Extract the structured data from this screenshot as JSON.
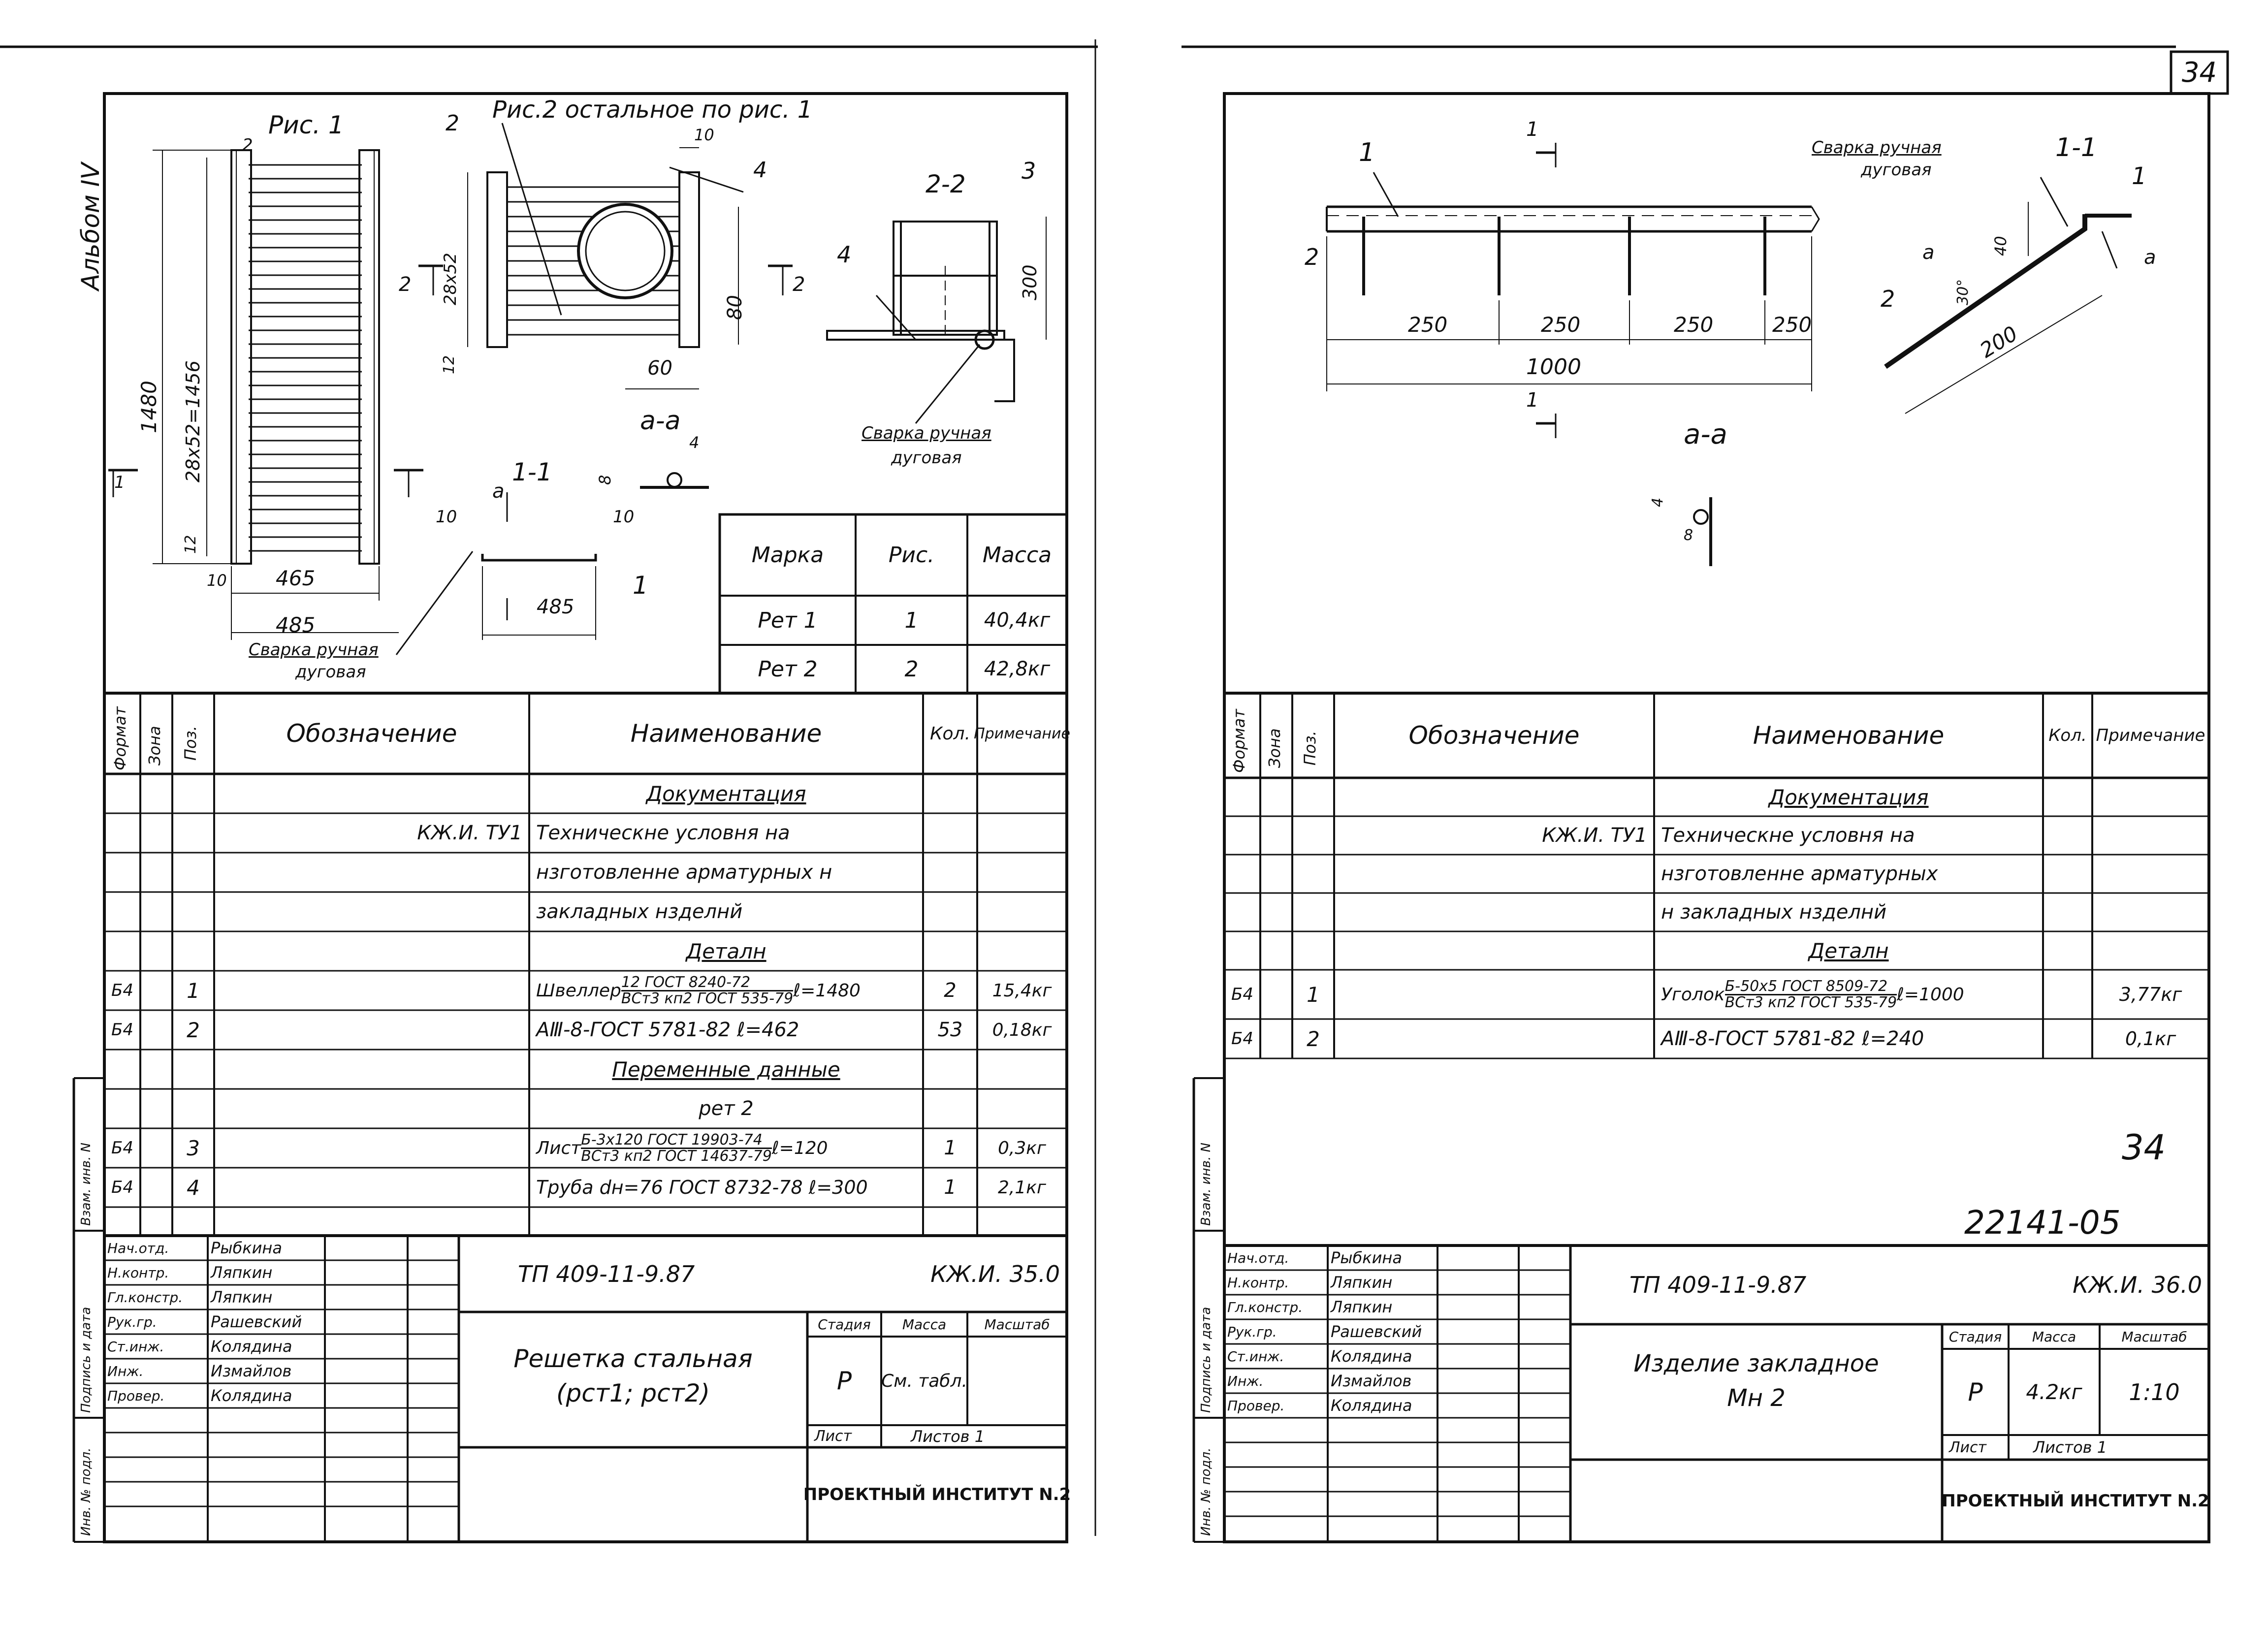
{
  "page_number": "34",
  "album_label": "Альбом IV",
  "left": {
    "fig1": {
      "title": "Рис. 1",
      "pos2": "2",
      "dim_1480": "1480",
      "dim_28x52": "28x52=1456",
      "dim_12": "12",
      "dim_10": "10",
      "dim_465": "465",
      "dim_485": "485",
      "weld_note_1": "Сварка ручная",
      "weld_note_2": "дуговая",
      "cut_mark": "1"
    },
    "fig2": {
      "title": "Рис.2 остальное по рис. 1",
      "pos2": "2",
      "pos4": "4",
      "dim_10": "10",
      "dim_28x52": "28x52",
      "dim_80": "80",
      "dim_60": "60",
      "dim_12": "12",
      "cut_left": "2",
      "cut_right": "2"
    },
    "section22": {
      "title": "2-2",
      "pos3": "3",
      "pos4": "4",
      "dim_300": "300",
      "weld_note_1": "Сварка ручная",
      "weld_note_2": "дуговая"
    },
    "detail_aa": {
      "title": "a-a",
      "dim_8": "8",
      "dim_4": "4"
    },
    "section11": {
      "title": "1-1",
      "mark_a": "a",
      "dim_10a": "10",
      "dim_10b": "10",
      "dim_485": "485",
      "pos1": "1"
    },
    "mark_table": {
      "headers": [
        "Марка",
        "Рис.",
        "Масса"
      ],
      "rows": [
        [
          "Рет 1",
          "1",
          "40,4кг"
        ],
        [
          "Рет 2",
          "2",
          "42,8кг"
        ]
      ]
    },
    "spec": {
      "headers": {
        "format": "Формат",
        "zone": "Зона",
        "pos": "Поз.",
        "designation": "Обозначение",
        "name": "Наименование",
        "qty": "Кол.",
        "note": "Примечание"
      },
      "rows": [
        {
          "format": "",
          "pos": "",
          "designation": "",
          "name": "Документация",
          "qty": "",
          "note": "",
          "heading": true
        },
        {
          "format": "",
          "pos": "",
          "designation": "КЖ.И. ТУ1",
          "name": "Техническне условня на",
          "qty": "",
          "note": ""
        },
        {
          "format": "",
          "pos": "",
          "designation": "",
          "name": "нзготовленне арматурных н",
          "qty": "",
          "note": ""
        },
        {
          "format": "",
          "pos": "",
          "designation": "",
          "name": "закладных нзделнй",
          "qty": "",
          "note": ""
        },
        {
          "format": "",
          "pos": "",
          "designation": "",
          "name": "Деталн",
          "qty": "",
          "note": "",
          "heading": true
        },
        {
          "format": "Б4",
          "pos": "1",
          "designation": "",
          "name_prefix": "Швеллер",
          "name_top": "12 ГОСТ 8240-72",
          "name_bottom": "ВСт3 кп2 ГОСТ 535-79",
          "name_suffix": "ℓ=1480",
          "qty": "2",
          "note": "15,4кг"
        },
        {
          "format": "Б4",
          "pos": "2",
          "designation": "",
          "name": "АⅢ-8-ГОСТ 5781-82 ℓ=462",
          "qty": "53",
          "note": "0,18кг"
        },
        {
          "format": "",
          "pos": "",
          "designation": "",
          "name": "Переменные данные",
          "qty": "",
          "note": "",
          "heading": true
        },
        {
          "format": "",
          "pos": "",
          "designation": "",
          "name": "рет 2",
          "qty": "",
          "note": ""
        },
        {
          "format": "Б4",
          "pos": "3",
          "designation": "",
          "name_prefix": "Лист",
          "name_top": "Б-3х120 ГОСТ 19903-74",
          "name_bottom": "ВСт3 кп2 ГОСТ 14637-79",
          "name_suffix": "ℓ=120",
          "qty": "1",
          "note": "0,3кг"
        },
        {
          "format": "Б4",
          "pos": "4",
          "designation": "",
          "name": "Труба dн=76 ГОСТ 8732-78 ℓ=300",
          "qty": "1",
          "note": "2,1кг"
        }
      ]
    },
    "title_block": {
      "roles": [
        "Нач.отд.",
        "Н.контр.",
        "Гл.констр.",
        "Рук.гр.",
        "Ст.инж.",
        "Инж.",
        "Провер."
      ],
      "names": [
        "Рыбкина",
        "Ляпкин",
        "Ляпкин",
        "Рашевский",
        "Колядина",
        "Измайлов",
        "Колядина"
      ],
      "project": "ТП 409-11-9.87",
      "code": "КЖ.И. 35.0",
      "item_name_1": "Решетка стальная",
      "item_name_2": "(рст1; рст2)",
      "stage_label": "Стадия",
      "mass_label": "Масса",
      "scale_label": "Масштаб",
      "stage": "Р",
      "mass": "См. табл.",
      "scale": "",
      "sheet_label": "Лист",
      "sheets_label": "Листов 1",
      "org": "ПРОЕКТНЫЙ ИНСТИТУТ N.2"
    },
    "side_stamp": {
      "a": "Инв. № подл.",
      "b": "Подпись и дата",
      "c": "Взам. инв. N"
    }
  },
  "right": {
    "drawing": {
      "pos1": "1",
      "pos2": "2",
      "cut_top": "1",
      "cut_bottom": "1",
      "dims": [
        "250",
        "250",
        "250",
        "250"
      ],
      "dim_total": "1000"
    },
    "section11": {
      "title": "1-1",
      "weld_note_1": "Сварка ручная",
      "weld_note_2": "дуговая",
      "pos1": "1",
      "pos2": "2",
      "mark_a1": "a",
      "mark_a2": "a",
      "dim_40": "40",
      "dim_30": "30°",
      "dim_200": "200"
    },
    "detail_aa": {
      "title": "a-a",
      "dim_4": "4",
      "dim_8": "8"
    },
    "spec": {
      "headers": {
        "format": "Формат",
        "zone": "Зона",
        "pos": "Поз.",
        "designation": "Обозначение",
        "name": "Наименование",
        "qty": "Кол.",
        "note": "Примечание"
      },
      "rows": [
        {
          "format": "",
          "pos": "",
          "designation": "",
          "name": "Документация",
          "qty": "",
          "note": "",
          "heading": true
        },
        {
          "format": "",
          "pos": "",
          "designation": "КЖ.И. ТУ1",
          "name": "Техническне условня на",
          "qty": "",
          "note": ""
        },
        {
          "format": "",
          "pos": "",
          "designation": "",
          "name": "нзготовленне арматурных",
          "qty": "",
          "note": ""
        },
        {
          "format": "",
          "pos": "",
          "designation": "",
          "name": "н закладных нзделнй",
          "qty": "",
          "note": ""
        },
        {
          "format": "",
          "pos": "",
          "designation": "",
          "name": "Деталн",
          "qty": "",
          "note": "",
          "heading": true
        },
        {
          "format": "Б4",
          "pos": "1",
          "designation": "",
          "name_prefix": "Уголок",
          "name_top": "Б-50х5 ГОСТ 8509-72",
          "name_bottom": "ВСт3 кп2 ГОСТ 535-79",
          "name_suffix": "ℓ=1000",
          "qty": "",
          "note": "3,77кг"
        },
        {
          "format": "Б4",
          "pos": "2",
          "designation": "",
          "name": "АⅢ-8-ГОСТ 5781-82 ℓ=240",
          "qty": "",
          "note": "0,1кг"
        }
      ]
    },
    "stamp_34": "34",
    "stamp_num": "22141-05",
    "title_block": {
      "roles": [
        "Нач.отд.",
        "Н.контр.",
        "Гл.констр.",
        "Рук.гр.",
        "Ст.инж.",
        "Инж.",
        "Провер."
      ],
      "names": [
        "Рыбкина",
        "Ляпкин",
        "Ляпкин",
        "Рашевский",
        "Колядина",
        "Измайлов",
        "Колядина"
      ],
      "project": "ТП 409-11-9.87",
      "code": "КЖ.И. 36.0",
      "item_name_1": "Изделие закладное",
      "item_name_2": "Мн 2",
      "stage_label": "Стадия",
      "mass_label": "Масса",
      "scale_label": "Масштаб",
      "stage": "Р",
      "mass": "4.2кг",
      "scale": "1:10",
      "sheet_label": "Лист",
      "sheets_label": "Листов 1",
      "org": "ПРОЕКТНЫЙ ИНСТИТУТ N.2"
    },
    "side_stamp": {
      "a": "Инв. № подл.",
      "b": "Подпись и дата",
      "c": "Взам. инв. N"
    }
  }
}
